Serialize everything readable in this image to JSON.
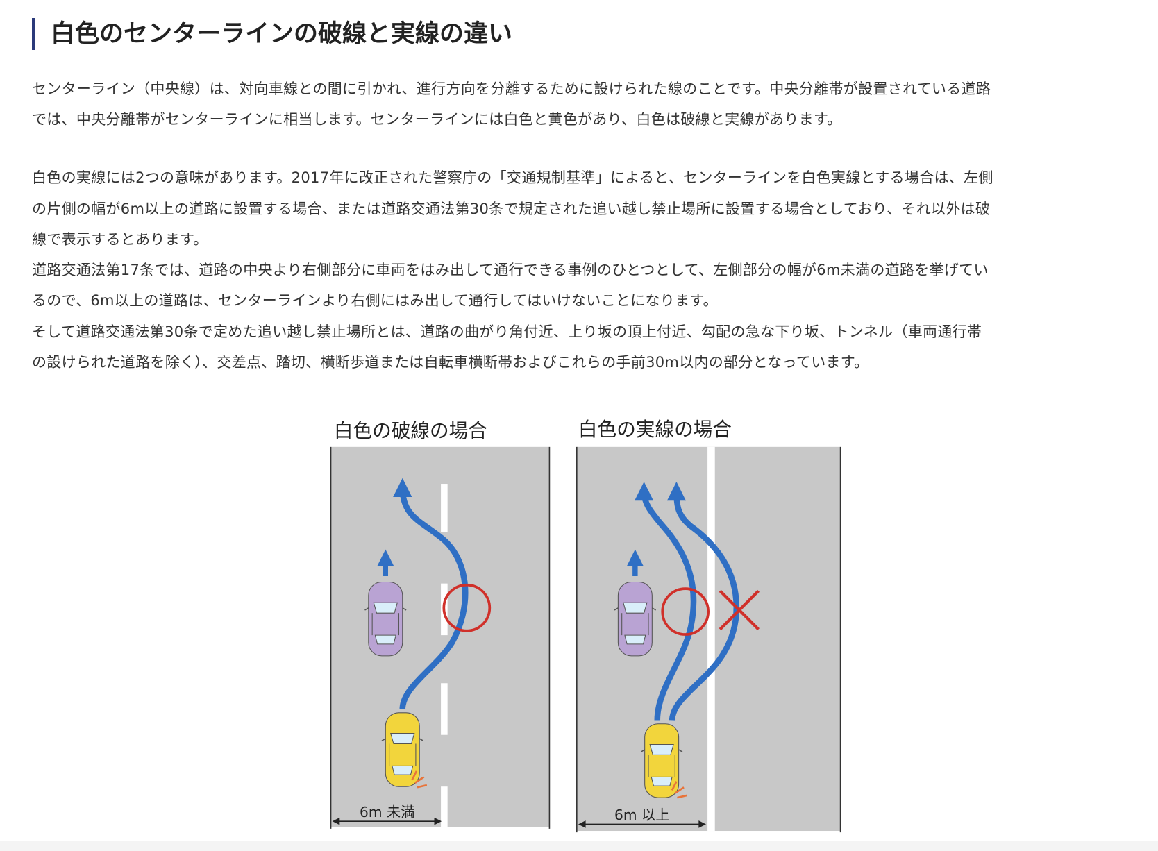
{
  "article": {
    "title": "白色のセンターラインの破線と実線の違い",
    "paragraph_lines": [
      "センターライン（中央線）は、対向車線との間に引かれ、進行方向を分離するために設けられた線のことです。中央分離帯が設置されている道路",
      "では、中央分離帯がセンターラインに相当します。センターラインには白色と黄色があり、白色は破線と実線があります。",
      "白色の実線には2つの意味があります。2017年に改正された警察庁の「交通規制基準」によると、センターラインを白色実線とする場合は、左側",
      "の片側の幅が6m以上の道路に設置する場合、または道路交通法第30条で規定された追い越し禁止場所に設置する場合としており、それ以外は破",
      "線で表示するとあります。",
      "道路交通法第17条では、道路の中央より右側部分に車両をはみ出して通行できる事例のひとつとして、左側部分の幅が6m未満の道路を挙げてい",
      "るので、6m以上の道路は、センターラインより右側にはみ出して通行してはいけないことになります。",
      "そして道路交通法第30条で定めた追い越し禁止場所とは、道路の曲がり角付近、上り坂の頂上付近、勾配の急な下り坂、トンネル（車両通行帯",
      "の設けられた道路を除く）、交差点、踏切、横断歩道または自転車横断帯およびこれらの手前30m以内の部分となっています。"
    ]
  },
  "diagram": {
    "dashed": {
      "title": "白色の破線の場合",
      "measure": "6m 未満"
    },
    "solid": {
      "title": "白色の実線の場合",
      "measure": "6m 以上"
    },
    "colors": {
      "road": "#c8c8c8",
      "path": "#2f6fc4",
      "mark": "#d0302a",
      "car_yellow": "#f2d53c",
      "car_purple": "#b9a3d3"
    }
  }
}
